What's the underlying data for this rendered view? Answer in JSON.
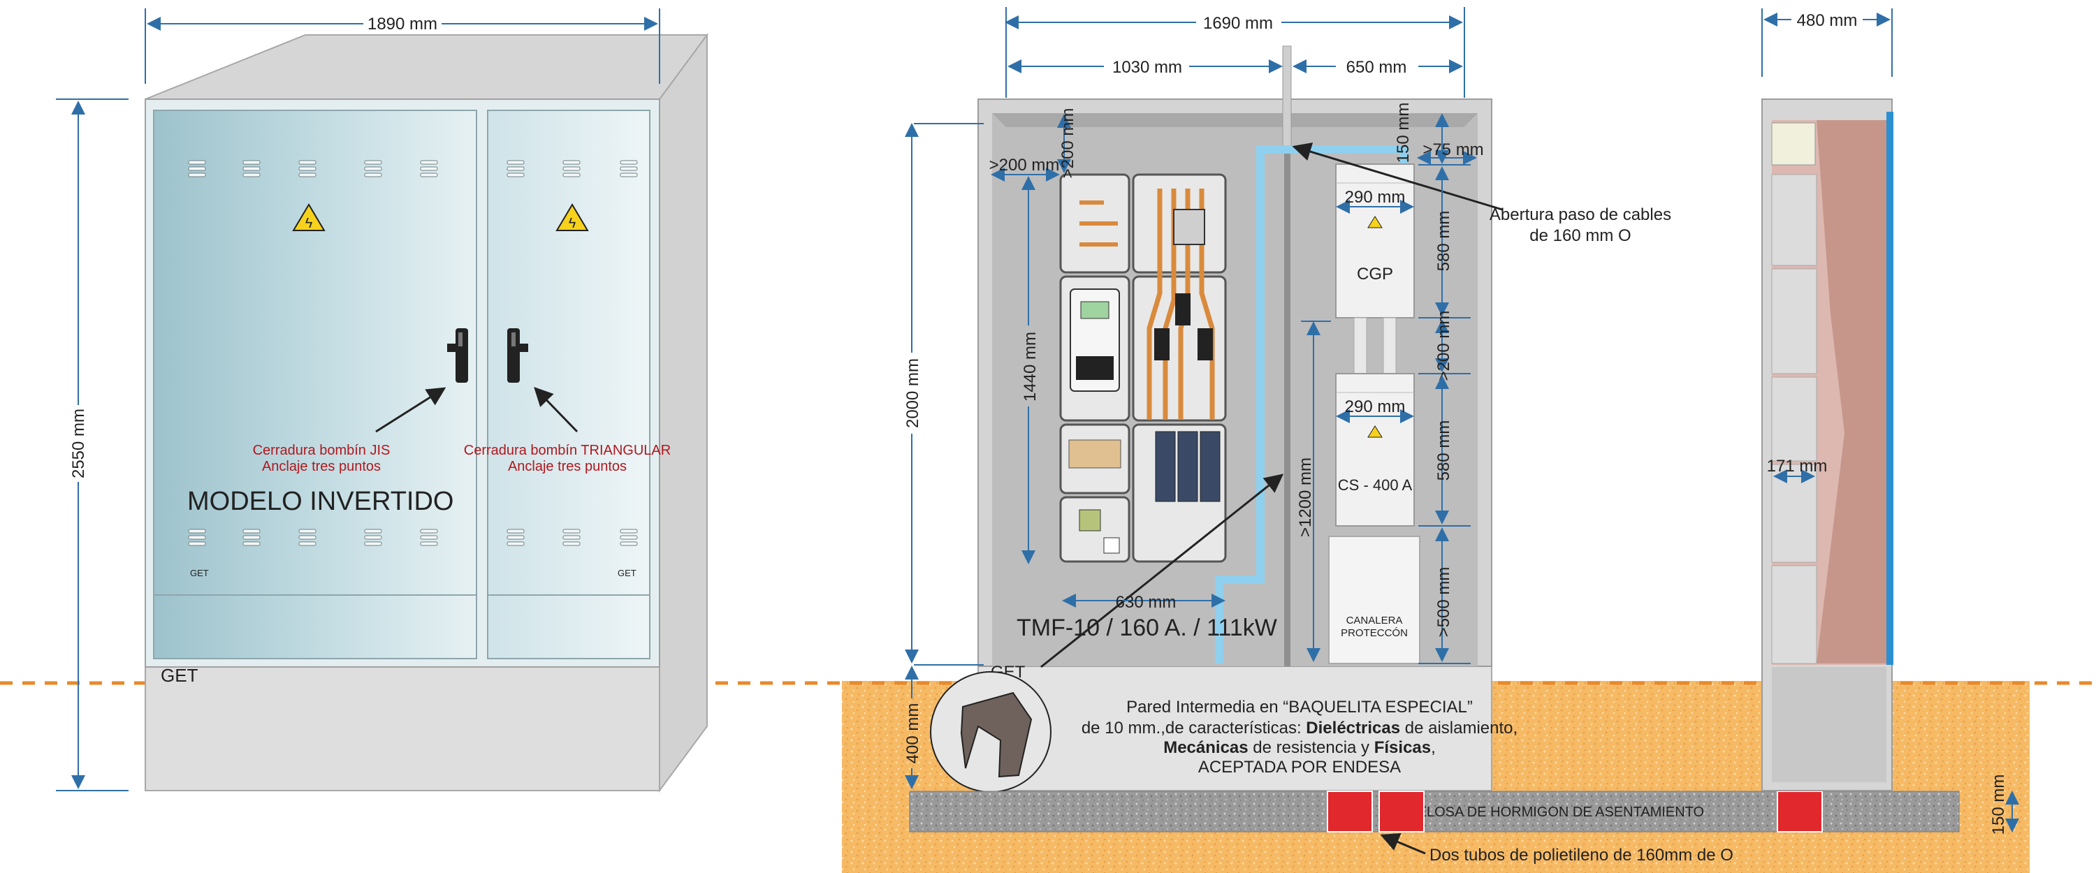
{
  "left": {
    "width_dim": "1890 mm",
    "height_dim": "2550 mm",
    "model_label": "MODELO INVERTIDO",
    "lock_left_line1": "Cerradura bombín JIS",
    "lock_left_line2": "Anclaje tres puntos",
    "lock_right_line1": "Cerradura bombín TRIANGULAR",
    "lock_right_line2": "Anclaje tres puntos",
    "brand_small": "GET",
    "brand_base": "GET"
  },
  "middle": {
    "width_total": "1690 mm",
    "width_left": "1030 mm",
    "width_right": "650 mm",
    "dim_200_side": ">200 mm",
    "dim_200_top": ">200 mm",
    "dim_150": "150 mm",
    "dim_75": ">75 mm",
    "dim_2000": "2000 mm",
    "dim_1440": "1440 mm",
    "dim_630": "630 mm",
    "dim_290_a": "290 mm",
    "dim_290_b": "290 mm",
    "dim_580_a": "580 mm",
    "dim_580_b": "580 mm",
    "dim_200_mid": ">200 mm",
    "dim_1200": ">1200 mm",
    "dim_500": ">500 mm",
    "dim_400": "400 mm",
    "cgp": "CGP",
    "cs": "CS - 400 A",
    "canalera_1": "CANALERA",
    "canalera_2": "PROTECCÓN",
    "tmf": "TMF-10 / 160 A. / 111kW",
    "abertura_1": "Abertura paso de cables",
    "abertura_2": "de 160 mm O",
    "pared_1": "Pared Intermedia en “BAQUELITA ESPECIAL”",
    "pared_2a": "de 10 mm.,de características: ",
    "pared_2b": "Dieléctricas",
    "pared_2c": " de aislamiento,",
    "pared_3a": "Mecánicas",
    "pared_3b": " de resistencia y ",
    "pared_3c": "Físicas",
    "pared_3d": ",",
    "pared_4": "ACEPTADA POR ENDESA",
    "prelosa": "PRELOSA DE HORMIGON DE ASENTAMIENTO",
    "tubos": "Dos tubos de polietileno de 160mm de O",
    "brand_base": "GET"
  },
  "right": {
    "width_dim": "480 mm",
    "depth_dim": "171 mm",
    "dim_150": "150 mm"
  },
  "colors": {
    "dimension": "#2f6fa8",
    "warning_text": "#b0181e",
    "ground": "#f3b25a",
    "ground_line": "#e8892b",
    "blue_cable": "#8fd0ee",
    "copper": "#d98a3c",
    "fuse_red": "#e0282d"
  }
}
